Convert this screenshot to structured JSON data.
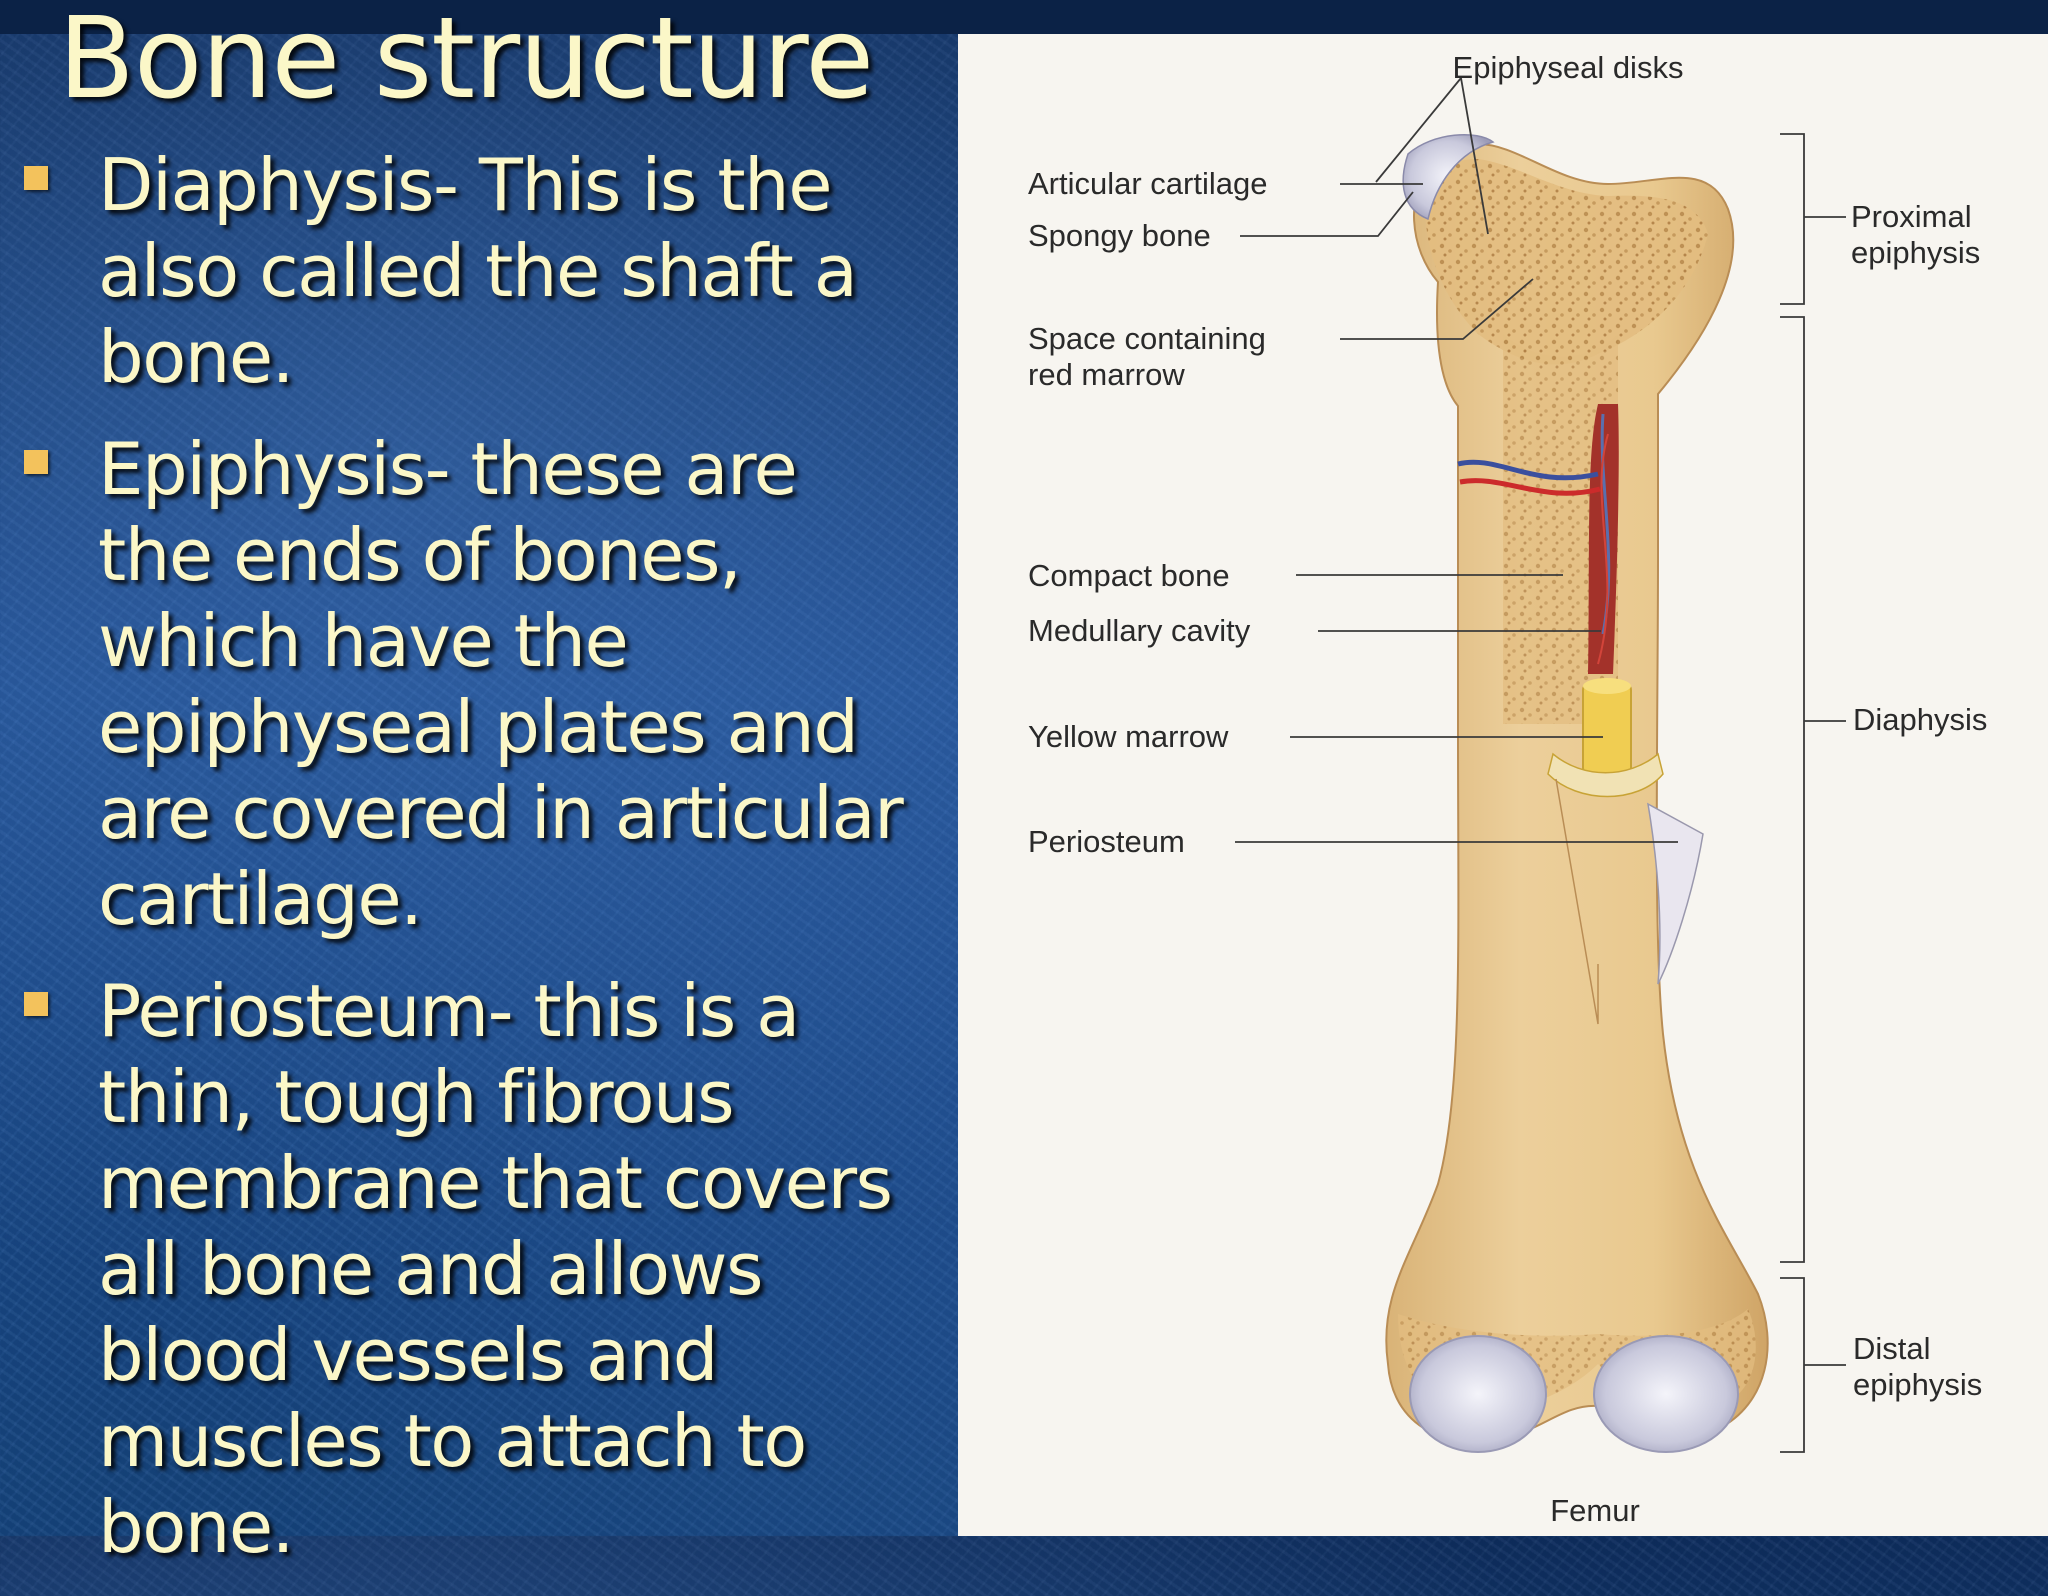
{
  "slide": {
    "title": "Bone structure",
    "bullets": [
      {
        "lines": [
          "Diaphysis- This is the",
          "also called the shaft a",
          "bone."
        ]
      },
      {
        "lines": [
          "Epiphysis- these are",
          "the ends of bones,",
          "which have the",
          "epiphyseal plates and",
          "are covered in articular",
          "cartilage."
        ]
      },
      {
        "lines": [
          "Periosteum- this is a",
          "thin, tough fibrous",
          "membrane that covers",
          "all bone and allows",
          "blood vessels and",
          "muscles to attach to",
          "bone."
        ]
      }
    ],
    "colors": {
      "background": "#1d4f95",
      "text": "#fbf7c8",
      "bullet_marker": "#f3c25c",
      "panel": "#f7f5f0",
      "bone": "#e6c690",
      "marrow_red": "#a3322a",
      "yellow_marrow": "#f0cd52",
      "cartilage": "#c9c9dc"
    }
  },
  "diagram": {
    "caption": "Femur",
    "labels": {
      "epiphyseal_disks": "Epiphyseal disks",
      "articular_cartilage": "Articular cartilage",
      "spongy_bone": "Spongy bone",
      "space_red_marrow_line1": "Space containing",
      "space_red_marrow_line2": "red marrow",
      "compact_bone": "Compact bone",
      "medullary_cavity": "Medullary cavity",
      "yellow_marrow": "Yellow marrow",
      "periosteum": "Periosteum",
      "proximal_line1": "Proximal",
      "proximal_line2": "epiphysis",
      "diaphysis": "Diaphysis",
      "distal_line1": "Distal",
      "distal_line2": "epiphysis"
    }
  }
}
